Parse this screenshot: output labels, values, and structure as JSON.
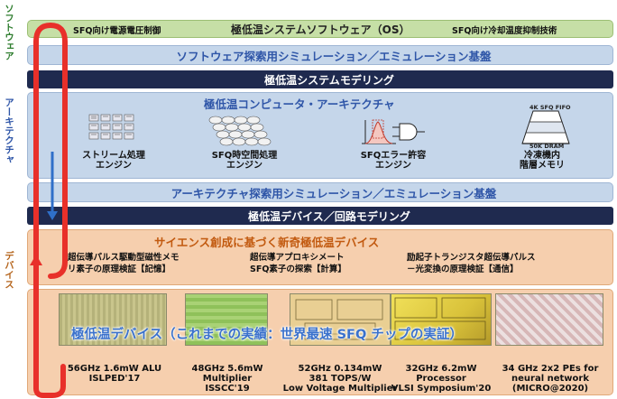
{
  "side": {
    "software": "ソフトウェア",
    "architecture": "アーキテクチャ",
    "device": "デバイス"
  },
  "os_bar": {
    "left": "SFQ向け電源電圧制御",
    "center": "極低温システムソフトウェア（OS）",
    "right": "SFQ向け冷却温度抑制技術"
  },
  "sw_sim": "ソフトウェア探索用シミュレーション／エミュレーション基盤",
  "sys_model": "極低温システムモデリング",
  "arch": {
    "title": "極低温コンピュータ・アーキテクチャ",
    "items": [
      {
        "label": "ストリーム処理\nエンジン"
      },
      {
        "label": "SFQ時空間処理\nエンジン"
      },
      {
        "label": "SFQエラー許容\nエンジン"
      },
      {
        "label": "冷凍機内\n階層メモリ"
      }
    ],
    "fifo_label": "4K SFQ FIFO",
    "dram_label": "50K DRAM"
  },
  "arch_sim": "アーキテクチャ探索用シミュレーション／エミュレーション基盤",
  "dev_model": "極低温デバイス／回路モデリング",
  "science": {
    "title": "サイエンス創成に基づく新奇極低温デバイス",
    "items": [
      "超伝導パルス駆動型磁性メモ\nリ素子の原理検証【記憶】",
      "超伝導アプロキシメート\nSFQ素子の探索【計算】",
      "励起子トランジスタ超伝導パルス\n－光変換の原理検証【通信】"
    ]
  },
  "record": {
    "overlay": "極低温デバイス（これまでの実績：世界最速 SFQ チップの実証）",
    "chips": [
      {
        "caption": "56GHz 1.6mW ALU\nISLPED'17"
      },
      {
        "caption": "48GHz 5.6mW\nMultiplier\nISSCC'19"
      },
      {
        "caption": "52GHz 0.134mW\n381 TOPS/W\nLow Voltage Multiplier"
      },
      {
        "caption": "32GHz 6.2mW\nProcessor\nVLSI Symposium'20"
      },
      {
        "caption": "34 GHz 2x2 PEs for\nneural network\n(MICRO@2020)"
      }
    ]
  },
  "colors": {
    "green": "#c6dfa6",
    "blue_band": "#c5d6ea",
    "navy": "#1f2a4f",
    "orange_band": "#f6cfae",
    "loop_red": "#e8302a",
    "arrow_blue": "#2f6fc9"
  }
}
